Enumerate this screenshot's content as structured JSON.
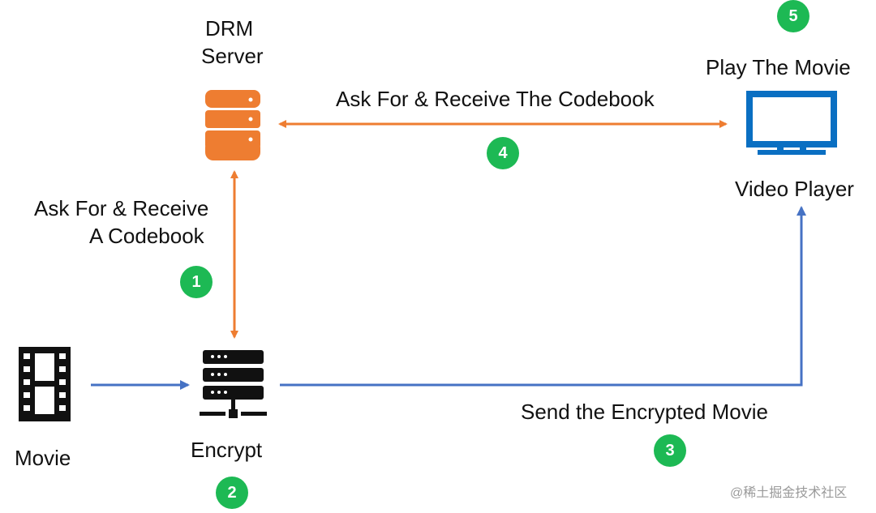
{
  "drm_server": {
    "label_line1": "DRM",
    "label_line2": "Server",
    "icon": "database-icon",
    "color": "#ee7d31"
  },
  "video_player": {
    "label": "Video Player",
    "icon": "monitor-icon",
    "color": "#0a6fc2"
  },
  "movie": {
    "label": "Movie",
    "icon": "film-strip-icon"
  },
  "encrypt": {
    "label": "Encrypt",
    "icon": "server-rack-icon"
  },
  "edges": {
    "ask_codebook_line1": "Ask For & Receive",
    "ask_codebook_line2": "A Codebook",
    "ask_the_codebook": "Ask For & Receive The Codebook",
    "send_encrypted": "Send the Encrypted Movie",
    "play_movie": "Play The Movie"
  },
  "steps": [
    "1",
    "2",
    "3",
    "4",
    "5"
  ],
  "colors": {
    "orange_arrow": "#ee7d31",
    "blue_arrow": "#4672c4",
    "badge_green": "#1db954"
  },
  "watermark": "@稀土掘金技术社区"
}
